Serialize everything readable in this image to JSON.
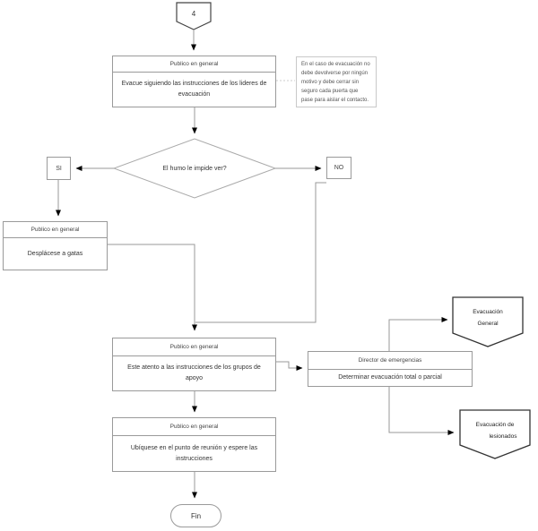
{
  "colors": {
    "background": "#ffffff",
    "line": "#999999",
    "arrowhead": "#000000",
    "box_border": "#9a9a9a",
    "offpage_border": "#333333",
    "note_border": "#c9c9c9",
    "text": "#333333"
  },
  "nodes": {
    "start": {
      "label": "4"
    },
    "evacuate": {
      "role": "Publico en general",
      "text": "Evacue siguiendo las instrucciones de los lideres de evacuación"
    },
    "note": {
      "text": "En el caso de evacuación no debe devolverse por ningún motivo y debe cerrar sin seguro cada puerta que pase para aislar el contacto."
    },
    "decision": {
      "text": "El humo le impide ver?"
    },
    "yes": {
      "label": "SI"
    },
    "no": {
      "label": "NO"
    },
    "crawl": {
      "role": "Publico en general",
      "text": "Desplácese a gatas"
    },
    "attention": {
      "role": "Publico en general",
      "text": "Este atento a las instrucciones de los grupos de apoyo"
    },
    "director": {
      "role": "Director de emergencias",
      "text": "Determinar evacuación total o parcial"
    },
    "evac_general": {
      "line1": "Evacuación",
      "line2": "General"
    },
    "evac_injured": {
      "line1": "Evacuación de",
      "line2": "lesionados"
    },
    "meeting": {
      "role": "Publico en general",
      "text": "Ubíquese en el punto de reunión y espere las instrucciones"
    },
    "end": {
      "label": "Fin"
    }
  }
}
